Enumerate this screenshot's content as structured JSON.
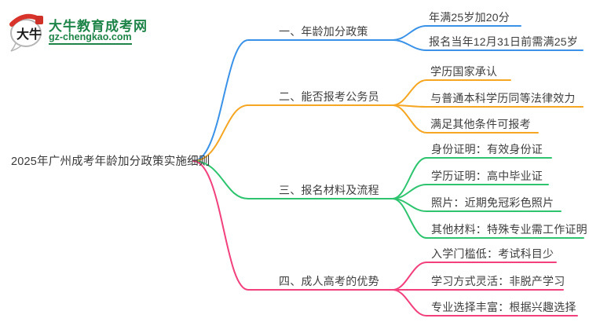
{
  "page": {
    "background": "#ffffff",
    "text_color": "#3e3e3e"
  },
  "logo": {
    "site_name": "大牛教育成考网",
    "site_url": "gz-chengkao.com",
    "icon_text": "大牛",
    "brand_color": "#1e8449"
  },
  "mindmap": {
    "root": "2025年广州成考年龄加分政策实施细则",
    "branches": [
      {
        "label": "一、年龄加分政策",
        "color": "#3a92e8",
        "children": [
          "年满25岁加20分",
          "报名当年12月31日前需满25岁"
        ]
      },
      {
        "label": "二、能否报考公务员",
        "color": "#f5a623",
        "children": [
          "学历国家承认",
          "与普通本科学历同等法律效力",
          "满足其他条件可报考"
        ]
      },
      {
        "label": "三、报名材料及流程",
        "color": "#2ec46f",
        "children": [
          "身份证明：有效身份证",
          "学历证明：高中毕业证",
          "照片：近期免冠彩色照片",
          "其他材料：特殊专业需工作证明"
        ]
      },
      {
        "label": "四、成人高考的优势",
        "color": "#f2407c",
        "children": [
          "入学门槛低：考试科目少",
          "学习方式灵活：非脱产学习",
          "专业选择丰富：根据兴趣选择"
        ]
      }
    ]
  }
}
